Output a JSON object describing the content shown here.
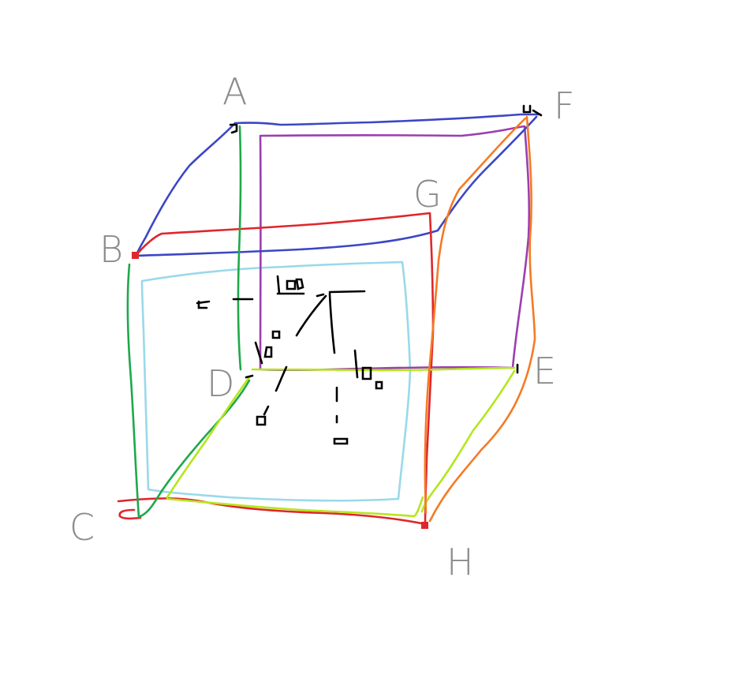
{
  "diagram": {
    "vertex_labels": {
      "A": "A",
      "B": "B",
      "C": "C",
      "D": "D",
      "E": "E",
      "F": "F",
      "G": "G",
      "H": "H"
    },
    "center_marks": [
      "10",
      "10",
      "10",
      "0",
      "0",
      "0",
      "0"
    ],
    "colors": {
      "blue": "#3b47c4",
      "red": "#e0262b",
      "green": "#1fa84b",
      "purple": "#9b3fb0",
      "orange": "#f57a24",
      "lime": "#b5e61d",
      "light_blue": "#99d9ea",
      "ink": "#000000",
      "label_gray": "#8c8c8c"
    }
  }
}
